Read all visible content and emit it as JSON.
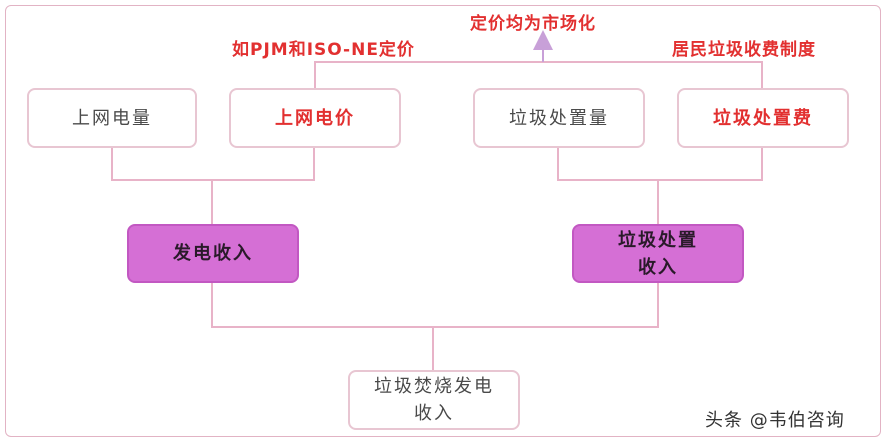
{
  "boxes": {
    "grid_volume": "上网电量",
    "grid_price": "上网电价",
    "waste_volume": "垃圾处置量",
    "waste_fee": "垃圾处置费",
    "power_revenue": "发电收入",
    "waste_revenue": "垃圾处置\n收入",
    "total_revenue": "垃圾焚烧发电\n收入"
  },
  "labels": {
    "market_pricing": "定价均为市场化",
    "pjm_label": "如PJM和ISO-NE定价",
    "resident_fee": "居民垃圾收费制度"
  },
  "watermark": "头条 @韦伯咨询",
  "colors": {
    "connector": "#e8b3c8",
    "highlight_fill": "#d56fd5",
    "red_text": "#e23030",
    "arrow": "#c8a0d8"
  }
}
